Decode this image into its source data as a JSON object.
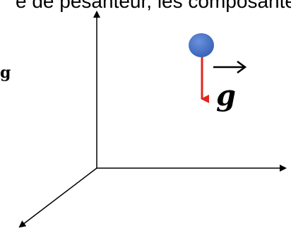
{
  "header": {
    "partial_text": "e de pesanteur, les composante"
  },
  "labels": {
    "side_label": "g",
    "gravity_symbol": "g"
  },
  "colors": {
    "axis": "#000000",
    "ball": "#4472c4",
    "gravity_vector": "#e3241b"
  },
  "icons": {
    "vector_arrow": "right-arrow-icon",
    "ball": "ball-icon"
  }
}
